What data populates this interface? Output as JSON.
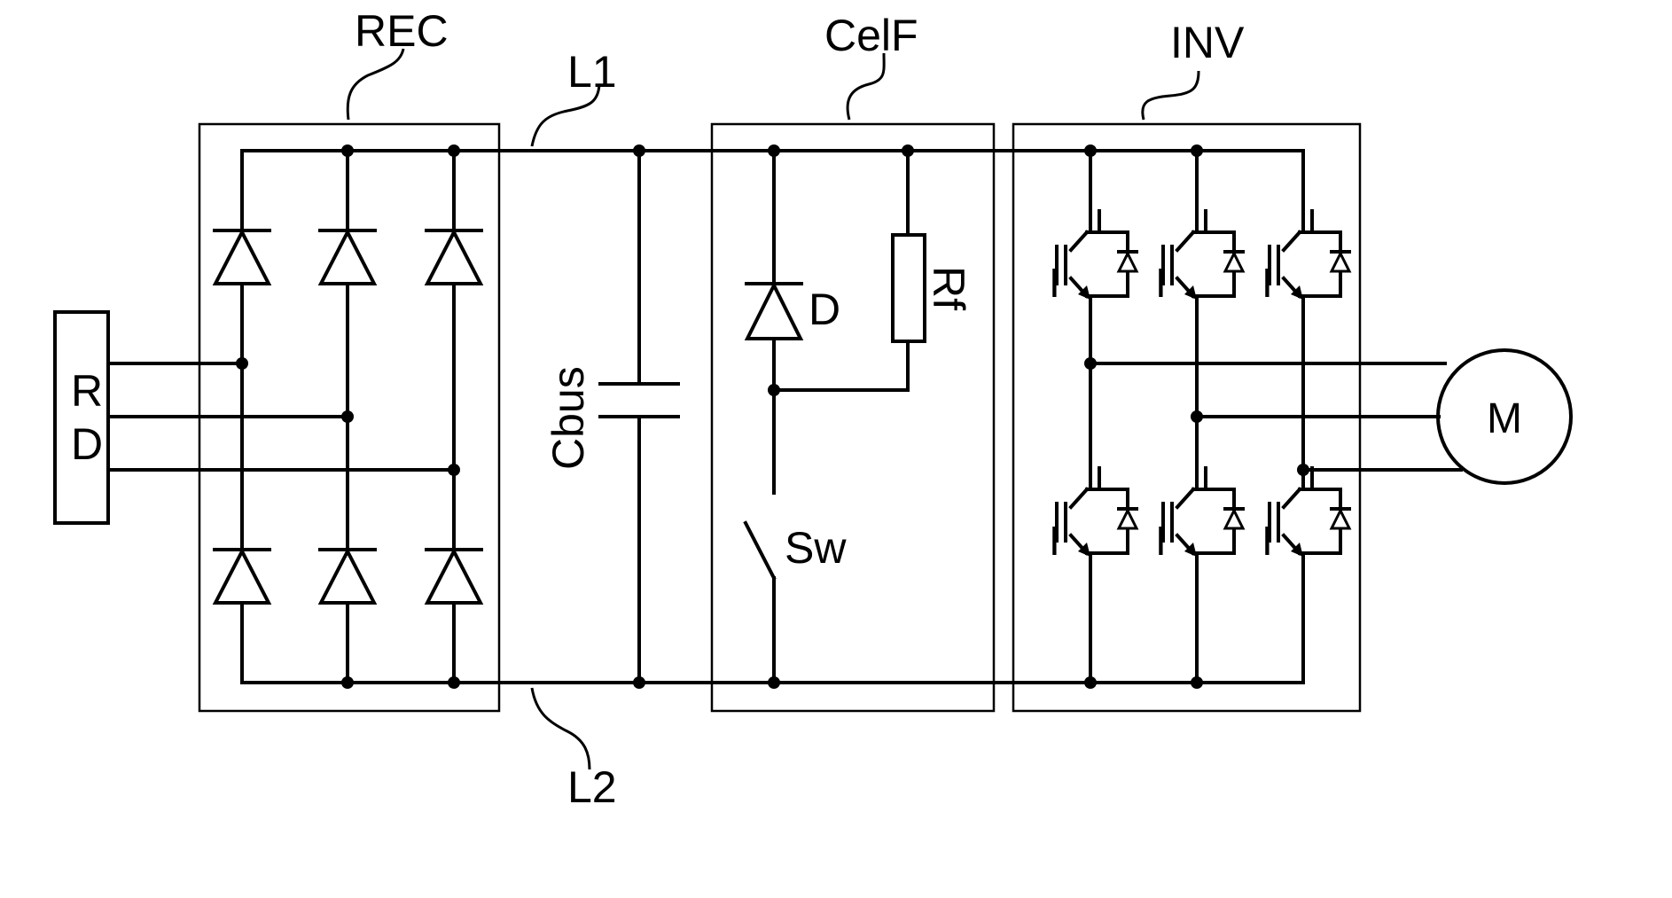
{
  "diagram": {
    "labels": {
      "rec": "REC",
      "celf": "CelF",
      "inv": "INV",
      "l1": "L1",
      "l2": "L2",
      "cbus": "Cbus",
      "diode": "D",
      "resistor": "Rf",
      "switch": "Sw",
      "motor": "M",
      "source_r": "R",
      "source_d": "D"
    }
  }
}
